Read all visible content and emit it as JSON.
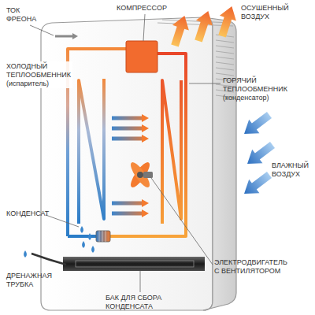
{
  "diagram": {
    "labels": [
      "ТОК ФРЕОНА",
      "КОМПРЕССОР",
      "ОСУШЕННЫЙ ВОЗДУХ",
      "ХОЛОДНЫЙ ТЕПЛООБМЕННИК (испаритель)",
      "ГОРЯЧИЙ ТЕПЛООБМЕННИК (конденсатор)",
      "ВЛАЖНЫЙ ВОЗДУХ",
      "КОНДЕНСАТ",
      "ЭЛЕКТРОДВИГАТЕЛЬ С ВЕНТИЛЯТОРОМ",
      "ДРЕНАЖНАЯ ТРУБКА",
      "БАК ДЛЯ СБОРА КОНДЕНСАТА"
    ]
  }
}
